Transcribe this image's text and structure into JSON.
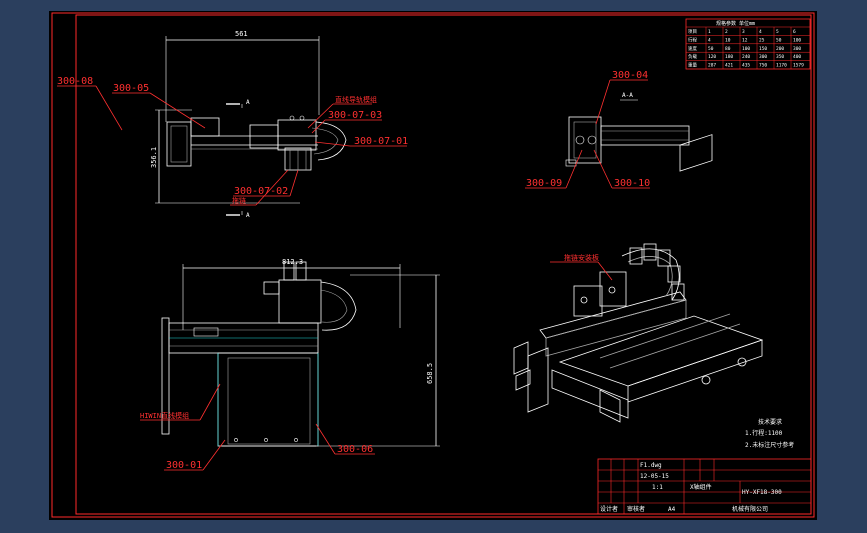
{
  "colors": {
    "viewport": "#2b3f5e",
    "sheet": "#000000",
    "border": "#ff2a2a",
    "geometry": "#ffffff",
    "grey": "#a8a8a8",
    "cyan": "#22d8d8",
    "leader": "#ff3030"
  },
  "dimensions": {
    "top_width": "561",
    "top_height": "356.1",
    "bottom_width": "812.3",
    "bottom_height": "658.5"
  },
  "labels": {
    "l300_08": "300-08",
    "l300_05": "300-05",
    "l300_07_03": "300-07-03",
    "l300_07_01": "300-07-01",
    "l300_07_02": "300-07-02",
    "l300_04": "300-04",
    "l300_09": "300-09",
    "l300_10": "300-10",
    "l300_01": "300-01",
    "l300_06": "300-06",
    "cn_top": "直线导轨模组",
    "cn_small": "拖链",
    "cn_iso": "拖链安装板",
    "cn_bottom": "HIWIN直线模组",
    "section_a_top": "A",
    "section_a_bottom": "A",
    "section_view": "A-A"
  },
  "notes": {
    "title": "技术要求",
    "line1": "1.行程:1100",
    "line2": "2.未标注尺寸参考"
  },
  "title_block": {
    "file": "F1.dwg",
    "date": "12-05-15",
    "scale": "1:1",
    "name": "X轴组件",
    "code": "HY-XF18-300",
    "designer": "设计者",
    "checker": "审核者",
    "sheet_size": "A4",
    "company": "机械有限公司"
  },
  "table": {
    "header": "规格参数 单位mm",
    "rows": [
      [
        "项目",
        "1",
        "2",
        "3",
        "4",
        "5",
        "6"
      ],
      [
        "行程",
        "4",
        "10",
        "12",
        "25",
        "50",
        "100"
      ],
      [
        "速度",
        "50",
        "80",
        "100",
        "150",
        "200",
        "300"
      ],
      [
        "负载",
        "120",
        "180",
        "240",
        "300",
        "350",
        "400"
      ],
      [
        "重量",
        "287",
        "421",
        "435",
        "750",
        "1170",
        "1579"
      ]
    ]
  }
}
